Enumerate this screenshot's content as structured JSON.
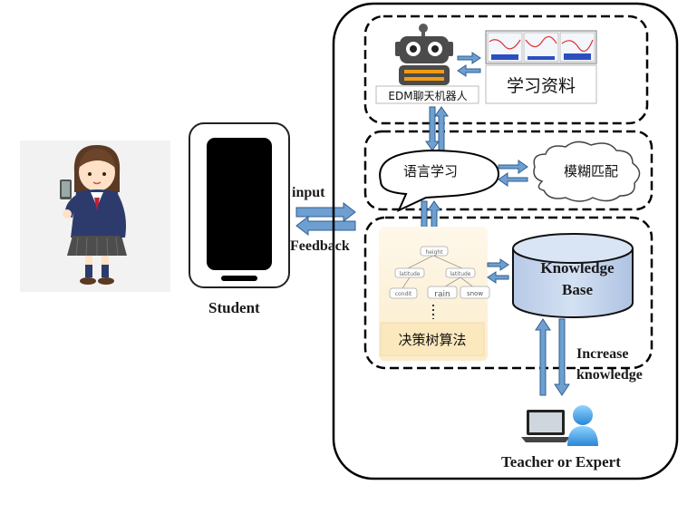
{
  "figure": {
    "input_label": "input",
    "feedback_label": "Feedback",
    "student_label": "Student",
    "bot_label": "EDM聊天机器人",
    "material_label": "学习资料",
    "language_label": "语言学习",
    "fuzzy_label": "模糊匹配",
    "tree_label": "决策树算法",
    "kb_line1": "Knowledge",
    "kb_line2": "Base",
    "increase_line1": "Increase",
    "increase_line2": "knowledge",
    "teacher_label": "Teacher or Expert",
    "tree_nodes": [
      "height",
      "latitude",
      "latitude",
      "condit",
      "rain",
      "snow"
    ]
  },
  "colors": {
    "arrow_fill": "#6f9fd0",
    "arrow_stroke": "#2e5f91",
    "kb_fill": "#c6d6ee",
    "kb_stroke": "#111111",
    "tree_bg": "#fdf3dc",
    "phone_screen": "#000000"
  },
  "icons": {
    "student": "student-girl-icon",
    "phone": "smartphone-icon",
    "robot": "robot-icon",
    "chart": "chart-thumbnail-icon",
    "laptop": "laptop-icon",
    "user": "user-icon"
  }
}
